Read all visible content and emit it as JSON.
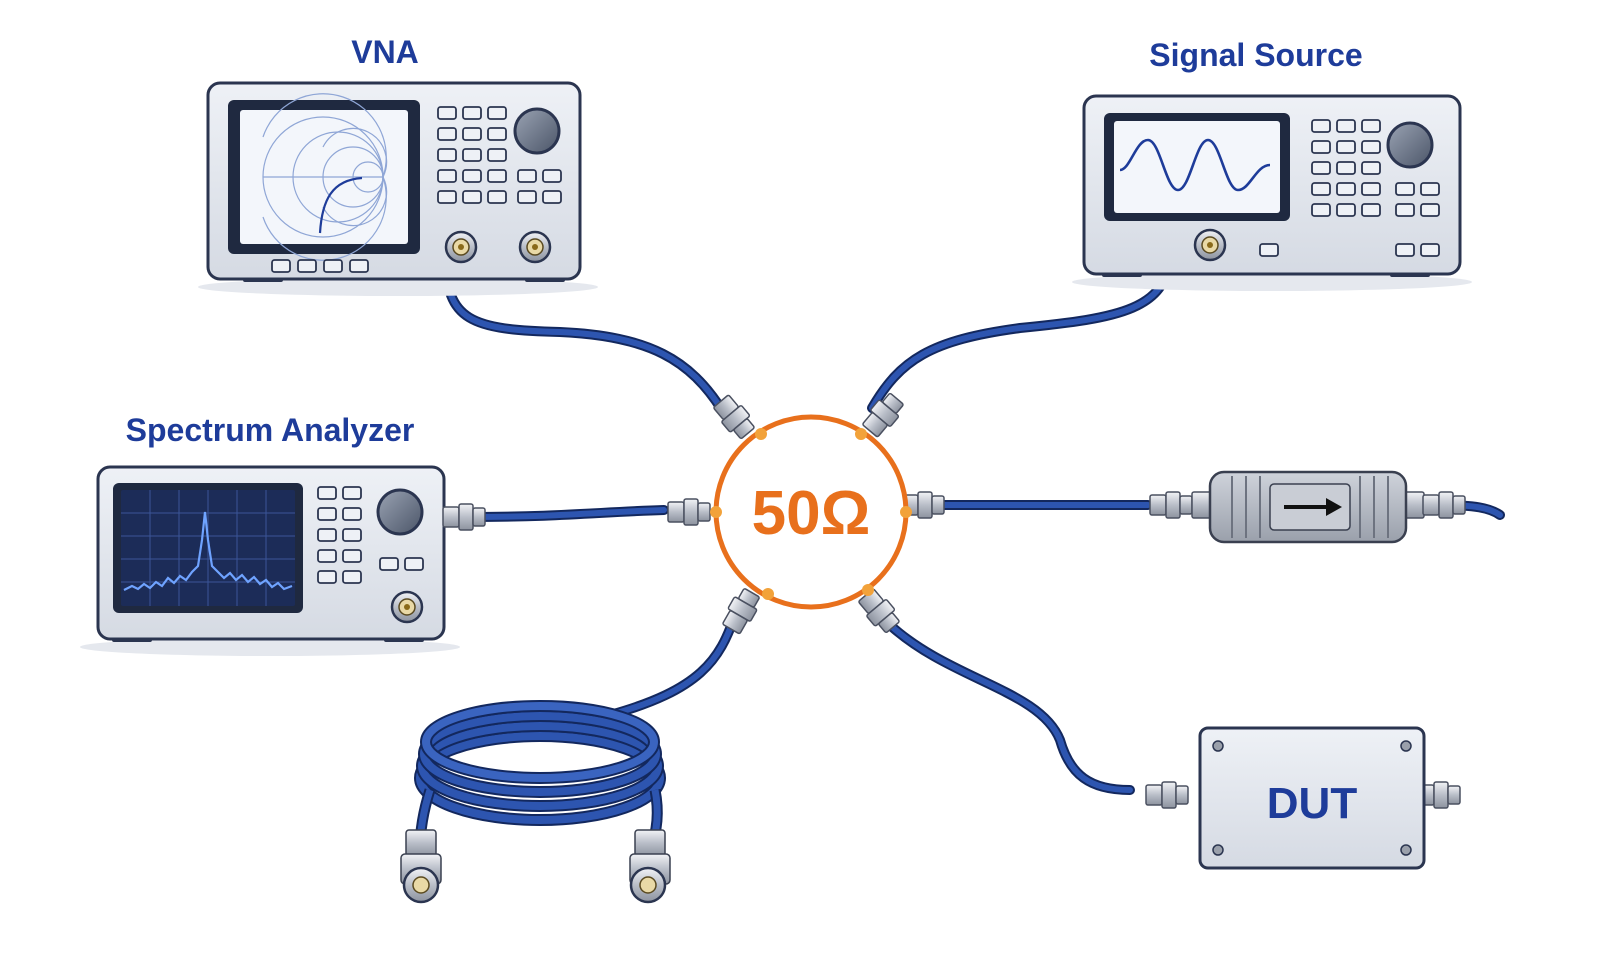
{
  "labels": {
    "vna": "VNA",
    "signal_source": "Signal Source",
    "spectrum_analyzer": "Spectrum Analyzer",
    "hub": "50Ω",
    "dut": "DUT"
  },
  "colors": {
    "label_blue": "#1e3c9a",
    "hub_orange": "#e8701c",
    "cable_blue": "#24479b",
    "instrument_body": "#e6e9ef",
    "instrument_outline": "#2b3550",
    "screen_frame": "#1f2940",
    "screen_bg": "#f3f6fb",
    "spectrum_bg": "#1c2c58",
    "connector_silver": "#c4c8d0"
  },
  "icons": {
    "vna_display": "smith-chart-icon",
    "source_display": "sine-wave-icon",
    "analyzer_display": "spectrum-peak-icon",
    "isolator_marking": "arrow-right-icon",
    "coil": "coiled-cable-icon"
  }
}
